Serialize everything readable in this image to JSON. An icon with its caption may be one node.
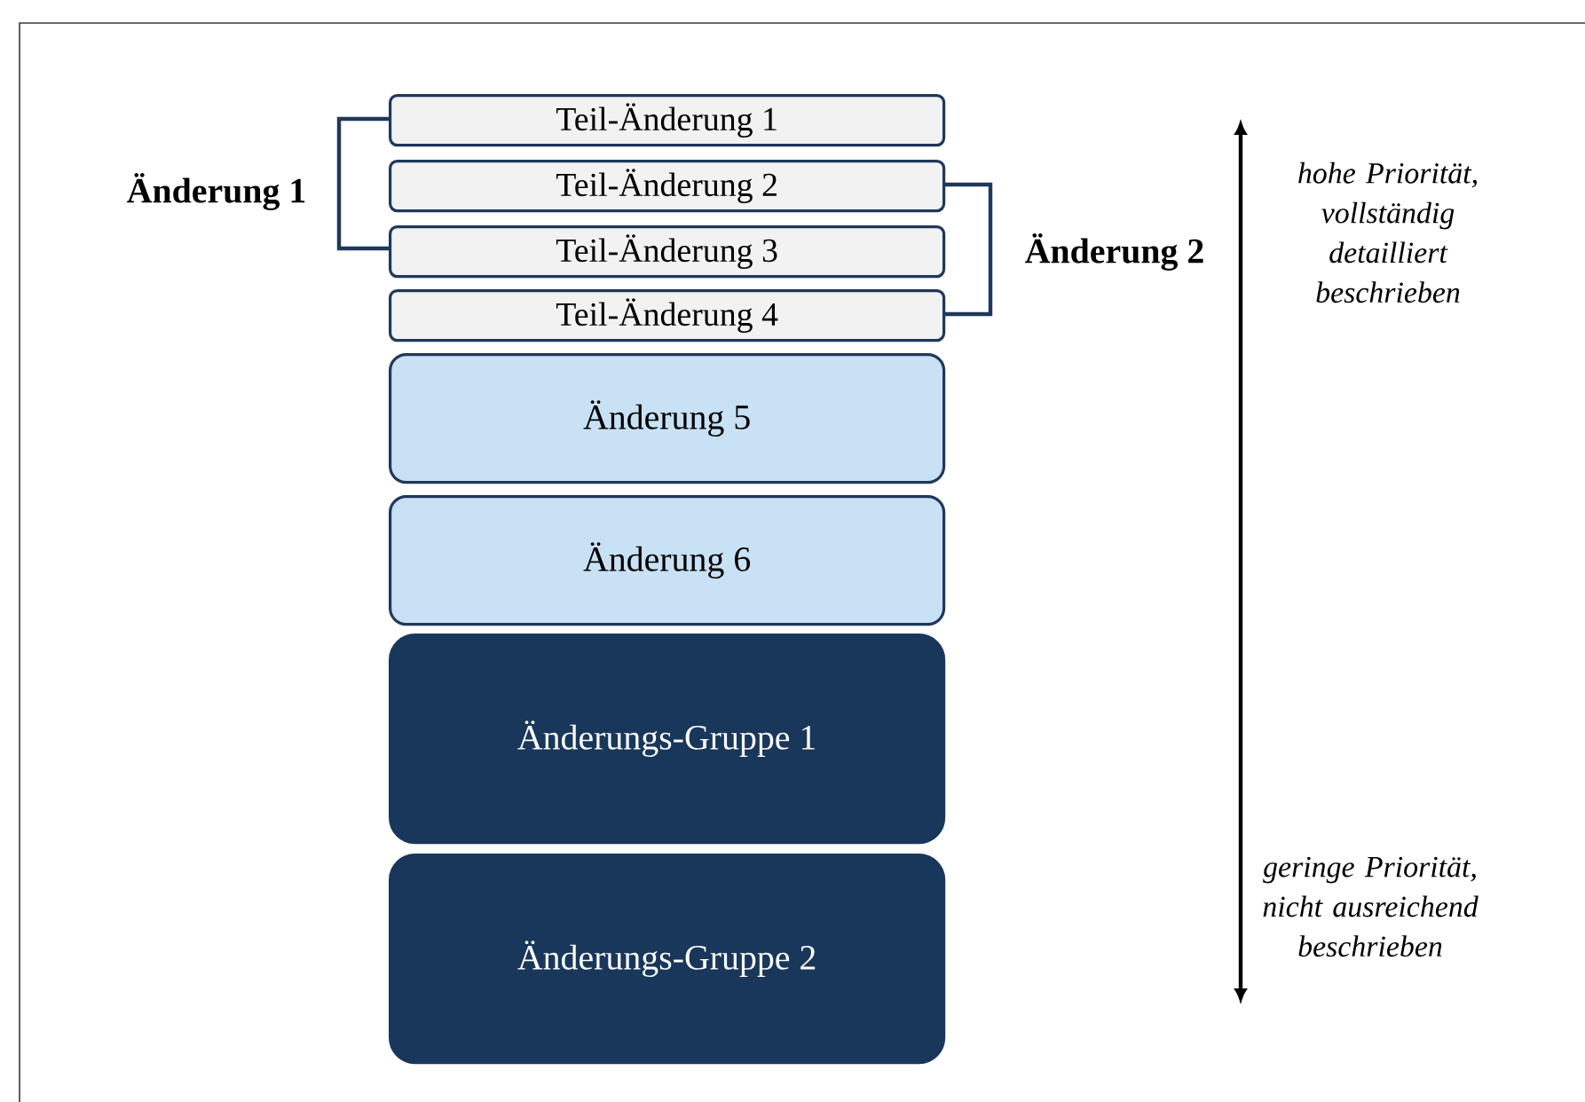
{
  "diagram": {
    "nodes": [
      {
        "text": [
          "Teil-Änderung 1"
        ]
      },
      {
        "text": [
          "Teil-Änderung 2"
        ]
      },
      {
        "text": [
          "Teil-Änderung 3"
        ]
      },
      {
        "text": [
          "Teil-Änderung 4"
        ]
      },
      {
        "text": [
          "Änderung 5"
        ]
      },
      {
        "text": [
          "Änderung 6"
        ]
      },
      {
        "text": [
          "Änderungs-Gruppe 1"
        ]
      },
      {
        "text": [
          "Änderungs-Gruppe 2"
        ]
      }
    ],
    "edges": [],
    "labels": [
      "Änderung 1",
      "Änderung 2",
      "hohe Priorität, vollständig detailliert beschrieben",
      "geringe Priorität, nicht ausreichend beschrieben"
    ]
  }
}
